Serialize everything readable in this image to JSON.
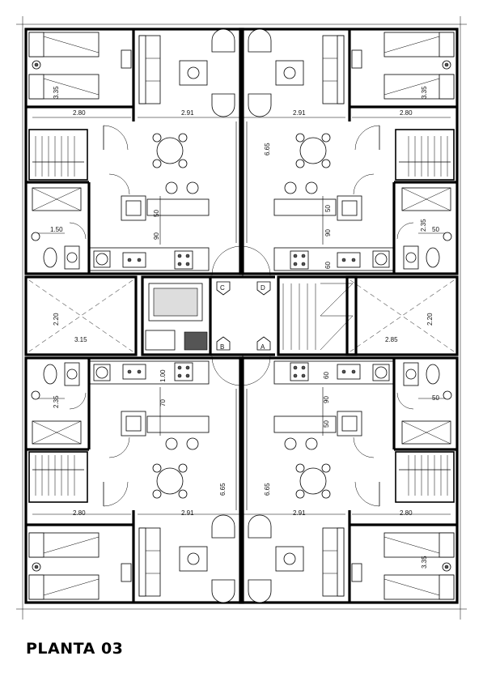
{
  "title": "PLANTA 03",
  "dimensions": {
    "bedroom_width": "2.80",
    "living_width": "2.91",
    "bedroom_depth": "3.35",
    "living_depth": "6.65",
    "bath_width": "1.50",
    "bath_depth": "2.35",
    "laundry_depth": "2.20",
    "laundry_left_width": "3.15",
    "laundry_right_width": "2.85",
    "counter_a": "50",
    "counter_b": "90",
    "counter_c": "60",
    "counter_d": "70",
    "counter_e": "1.00",
    "counter_f": "50"
  },
  "unit_labels": {
    "a": "A",
    "b": "B",
    "c": "C",
    "d": "D"
  }
}
